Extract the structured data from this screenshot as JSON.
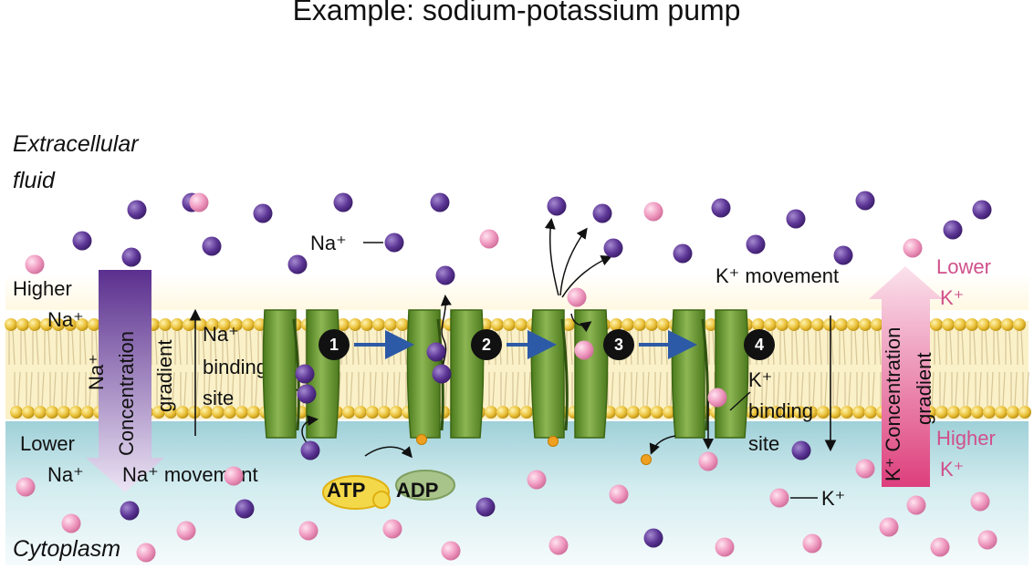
{
  "title": "Example: sodium-potassium pump",
  "regions": {
    "extracellular": [
      "Extracellular",
      "fluid"
    ],
    "cytoplasm": "Cytoplasm"
  },
  "na_gradient": {
    "higher": [
      "Higher",
      "Na⁺"
    ],
    "lower": [
      "Lower",
      "Na⁺"
    ],
    "arrow_label": "Concentration",
    "side_label": "Na⁺",
    "gradient_label": "gradient"
  },
  "k_gradient": {
    "lower": [
      "Lower",
      "K⁺"
    ],
    "higher": [
      "Higher",
      "K⁺"
    ],
    "arrow_label": "K⁺ Concentration",
    "gradient_label": "gradient"
  },
  "labels": {
    "na_ion": "Na⁺",
    "k_ion": "K⁺",
    "na_binding_site": [
      "Na⁺",
      "binding",
      "site"
    ],
    "k_binding_site": [
      "K⁺",
      "binding",
      "site"
    ],
    "na_movement": "Na⁺ movement",
    "k_movement": "K⁺ movement",
    "atp": "ATP",
    "adp": "ADP"
  },
  "steps": [
    "1",
    "2",
    "3",
    "4"
  ],
  "colors": {
    "sodium": "#6b3fa0",
    "potassium": "#e98bb8",
    "protein": "#5f8a2a",
    "membrane_head": "#e8c23a",
    "cytoplasm": "#c9e6ea",
    "na_gradient": "#6b3fa0",
    "k_gradient": "#e0457f"
  }
}
